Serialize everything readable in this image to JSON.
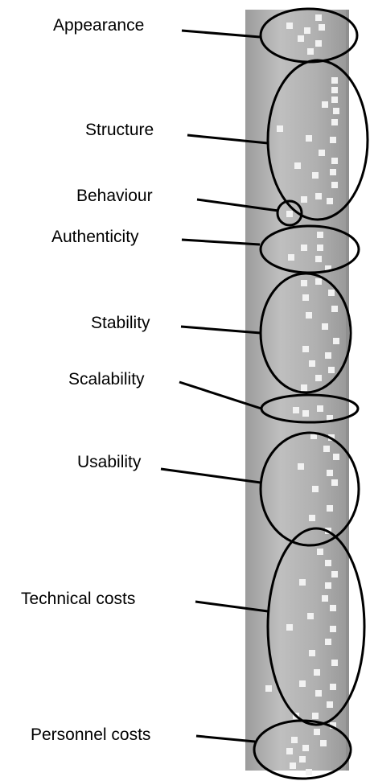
{
  "categories": [
    {
      "id": "appearance",
      "label": "Appearance"
    },
    {
      "id": "structure",
      "label": "Structure"
    },
    {
      "id": "behaviour",
      "label": "Behaviour"
    },
    {
      "id": "authenticity",
      "label": "Authenticity"
    },
    {
      "id": "stability",
      "label": "Stability"
    },
    {
      "id": "scalability",
      "label": "Scalability"
    },
    {
      "id": "usability",
      "label": "Usability"
    },
    {
      "id": "technical-costs",
      "label": "Technical costs"
    },
    {
      "id": "personnel-costs",
      "label": "Personnel costs"
    }
  ],
  "colors": {
    "strip_light": "#bdbdbd",
    "strip_mid": "#a9a9a9",
    "strip_dark": "#979797",
    "notes": "#f2f2f2",
    "outline": "#000000"
  }
}
